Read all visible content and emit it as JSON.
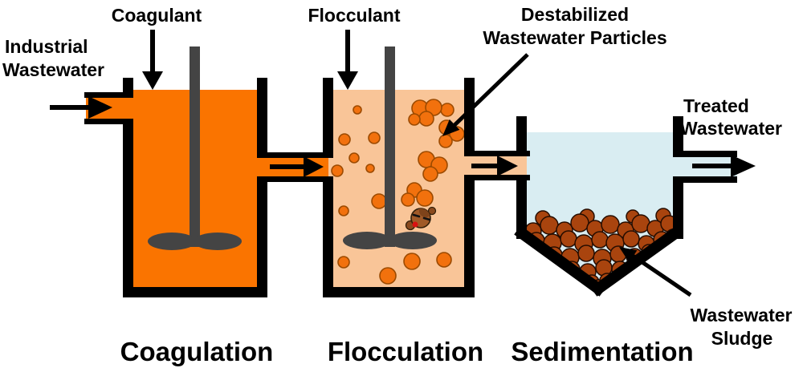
{
  "process": {
    "stages": [
      {
        "label": "Coagulation",
        "additive_label": "Coagulant"
      },
      {
        "label": "Flocculation",
        "additive_label": "Flocculant"
      },
      {
        "label": "Sedimentation",
        "additive_label": ""
      }
    ],
    "annotations": {
      "influent_line1": "Industrial",
      "influent_line2": "Wastewater",
      "destabilized_line1": "Destabilized",
      "destabilized_line2": "Wastewater Particles",
      "effluent_line1": "Treated",
      "effluent_line2": "Wastewater",
      "sludge_line1": "Wastewater",
      "sludge_line2": "Sludge"
    },
    "colors": {
      "raw_wastewater": "#FA7400",
      "flocculated_water": "#F9C598",
      "clarified_water": "#D9EDF2",
      "floc_particle": "#F2710D",
      "floc_particle_outline": "#9C4A00",
      "sludge": "#A9440E",
      "sludge_outline": "#260D00",
      "stirrer": "#444444",
      "outline_and_text": "#000000"
    }
  }
}
